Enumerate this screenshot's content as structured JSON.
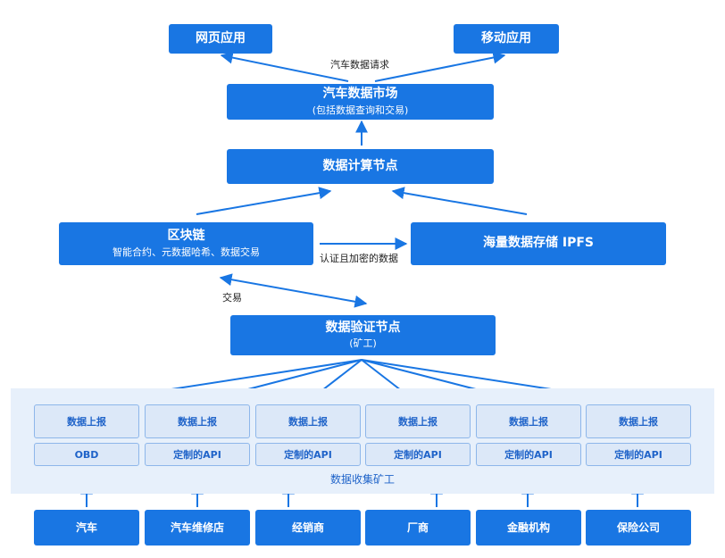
{
  "top": {
    "web_app": "网页应用",
    "mobile_app": "移动应用",
    "request_label": "汽车数据请求"
  },
  "market": {
    "title": "汽车数据市场",
    "subtitle": "(包括数据查询和交易)"
  },
  "compute": {
    "title": "数据计算节点"
  },
  "blockchain": {
    "title": "区块链",
    "subtitle": "智能合约、元数据哈希、数据交易"
  },
  "ipfs": {
    "title": "海量数据存储 IPFS"
  },
  "edge_labels": {
    "auth": "认证且加密的数据",
    "trade": "交易"
  },
  "verify": {
    "title": "数据验证节点",
    "subtitle": "(矿工)"
  },
  "collection": {
    "zone_label": "数据收集矿工",
    "report": [
      "数据上报",
      "数据上报",
      "数据上报",
      "数据上报",
      "数据上报",
      "数据上报"
    ],
    "interface": [
      "OBD",
      "定制的API",
      "定制的API",
      "定制的API",
      "定制的API",
      "定制的API"
    ]
  },
  "sources": [
    "汽车",
    "汽车维修店",
    "经销商",
    "厂商",
    "金融机构",
    "保险公司"
  ],
  "colors": {
    "primary": "#1976e3",
    "light_fill": "#dce8f8",
    "zone_bg": "#e7f0fb",
    "accent_text": "#1f63c9"
  }
}
